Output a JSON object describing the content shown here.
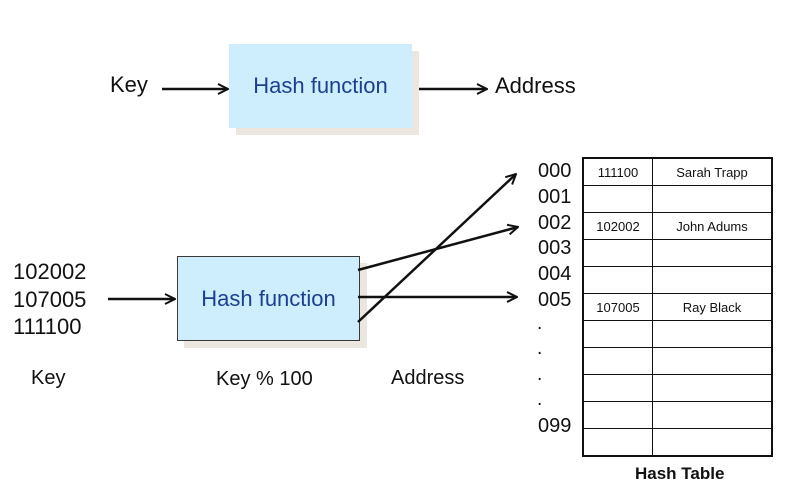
{
  "top_flow": {
    "input_label": "Key",
    "function_label": "Hash function",
    "output_label": "Address"
  },
  "bottom_flow": {
    "keys": [
      "102002",
      "107005",
      "111100"
    ],
    "function_label": "Hash function",
    "caption_key": "Key",
    "caption_function": "Key % 100",
    "caption_address": "Address"
  },
  "address_labels": [
    "000",
    "001",
    "002",
    "003",
    "004",
    "005",
    ".",
    ".",
    ".",
    ".",
    "099"
  ],
  "hash_table": {
    "title": "Hash Table",
    "rows": [
      {
        "key": "111100",
        "name": "Sarah Trapp"
      },
      {
        "key": "",
        "name": ""
      },
      {
        "key": "102002",
        "name": "John Adums"
      },
      {
        "key": "",
        "name": ""
      },
      {
        "key": "",
        "name": ""
      },
      {
        "key": "107005",
        "name": "Ray Black"
      },
      {
        "key": "",
        "name": ""
      },
      {
        "key": "",
        "name": ""
      },
      {
        "key": "",
        "name": ""
      },
      {
        "key": "",
        "name": ""
      },
      {
        "key": "",
        "name": ""
      }
    ]
  },
  "colors": {
    "box_fill": "#cfeefd",
    "box_text": "#1d3f8f",
    "shadow": "#ebe7e0",
    "line": "#111111"
  }
}
